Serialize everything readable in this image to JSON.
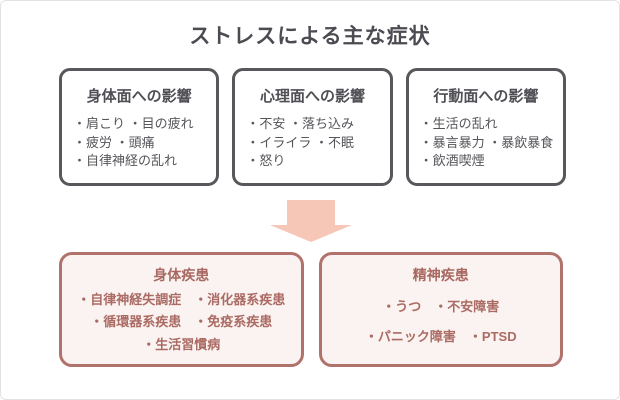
{
  "title": "ストレスによる主な症状",
  "effect_boxes": [
    {
      "title": "身体面への影響",
      "lines": [
        "・肩こり ・目の疲れ",
        "・疲労 ・頭痛",
        "・自律神経の乱れ"
      ]
    },
    {
      "title": "心理面への影響",
      "lines": [
        "・不安 ・落ち込み",
        "・イライラ ・不眠",
        "・怒り"
      ]
    },
    {
      "title": "行動面への影響",
      "lines": [
        "・生活の乱れ",
        "・暴言暴力 ・暴飲暴食",
        "・飲酒喫煙"
      ]
    }
  ],
  "disease_boxes": [
    {
      "title": "身体疾患",
      "lines": [
        "・自律神経失調症　・消化器系疾患",
        "・循環器系疾患　・免疫系疾患",
        "・生活習慣病"
      ]
    },
    {
      "title": "精神疾患",
      "lines": [
        "・うつ　・不安障害",
        "・パニック障害　・PTSD"
      ]
    }
  ],
  "colors": {
    "title_text": "#4b4b52",
    "effect_box_border": "#58585c",
    "effect_box_text": "#55555a",
    "arrow_fill": "#f6c6b6",
    "disease_box_border": "#b0726b",
    "disease_box_bg": "#faf3f1",
    "disease_box_text": "#a96861"
  }
}
